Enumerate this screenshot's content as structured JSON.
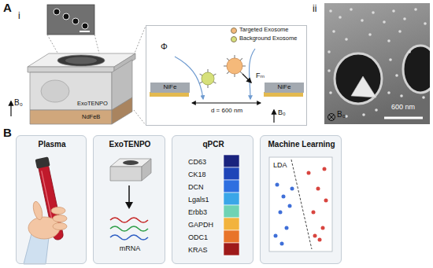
{
  "diagram": {
    "nodes": [
      {
        "text": [
          "Φ",
          "Fₘ",
          "d = 600 nm",
          "B₀"
        ]
      },
      {
        "text": [
          "NiFe"
        ],
        "in": 0
      },
      {
        "text": [
          "NiFe"
        ],
        "in": 0
      },
      {
        "text": [
          "Plasma"
        ]
      },
      {
        "text": [
          "ExoTENPO",
          "mRNA"
        ]
      },
      {
        "text": [
          "qPCR",
          "CD63",
          "CK18",
          "DCN",
          "Lgals1",
          "Erbb3",
          "GAPDH",
          "ODC1",
          "KRAS"
        ]
      },
      {
        "text": [
          "Machine Learning",
          "LDA"
        ]
      }
    ],
    "labels": [
      "A",
      "i",
      "ExoTENPO",
      "NdFeB",
      "B₀",
      "ii",
      "600 nm",
      "B₀",
      "B"
    ],
    "legend": [
      {
        "text": "Targeted Exosome",
        "color": "#f5b97a"
      },
      {
        "text": "Background Exosome",
        "color": "#d6e07a"
      }
    ]
  }
}
